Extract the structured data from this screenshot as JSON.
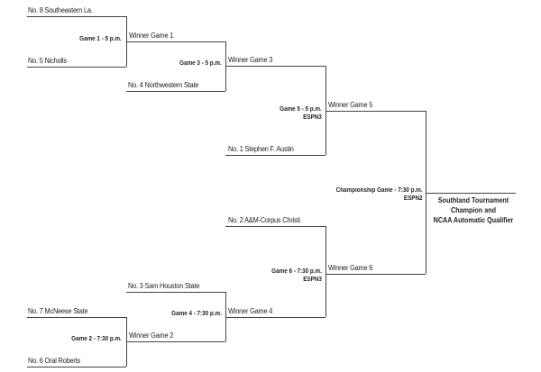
{
  "bracket": {
    "teams": {
      "seed8": "No. 8 Southeastern La.",
      "seed5": "No. 5 Nicholls",
      "seed4": "No. 4 Northwestern State",
      "seed1": "No. 1 Stephen F. Austin",
      "seed2": "No. 2 A&M-Corpus Christi",
      "seed3": "No. 3 Sam Houston State",
      "seed7": "No. 7 McNeese State",
      "seed6": "No. 6 Oral Roberts"
    },
    "winners": {
      "g1": "Winner Game 1",
      "g2": "Winner Game 2",
      "g3": "Winner Game 3",
      "g4": "Winner Game 4",
      "g5": "Winner Game 5",
      "g6": "Winner Game 6"
    },
    "games": {
      "g1": {
        "label": "Game 1 - 5 p.m.",
        "network": ""
      },
      "g2": {
        "label": "Game 2 - 7:30 p.m.",
        "network": ""
      },
      "g3": {
        "label": "Game 3 - 5 p.m.",
        "network": ""
      },
      "g4": {
        "label": "Game 4 - 7:30 p.m.",
        "network": ""
      },
      "g5": {
        "label": "Game 5 - 5 p.m.",
        "network": "ESPN3"
      },
      "g6": {
        "label": "Game 6 - 7:30 p.m.",
        "network": "ESPN3"
      },
      "championship": {
        "label": "Championship Game - 7:30 p.m.",
        "network": "ESPN2"
      }
    },
    "champion": {
      "line1": "Southland Tournament",
      "line2": "Champion and",
      "line3": "NCAA Automatic Qualifier"
    }
  }
}
